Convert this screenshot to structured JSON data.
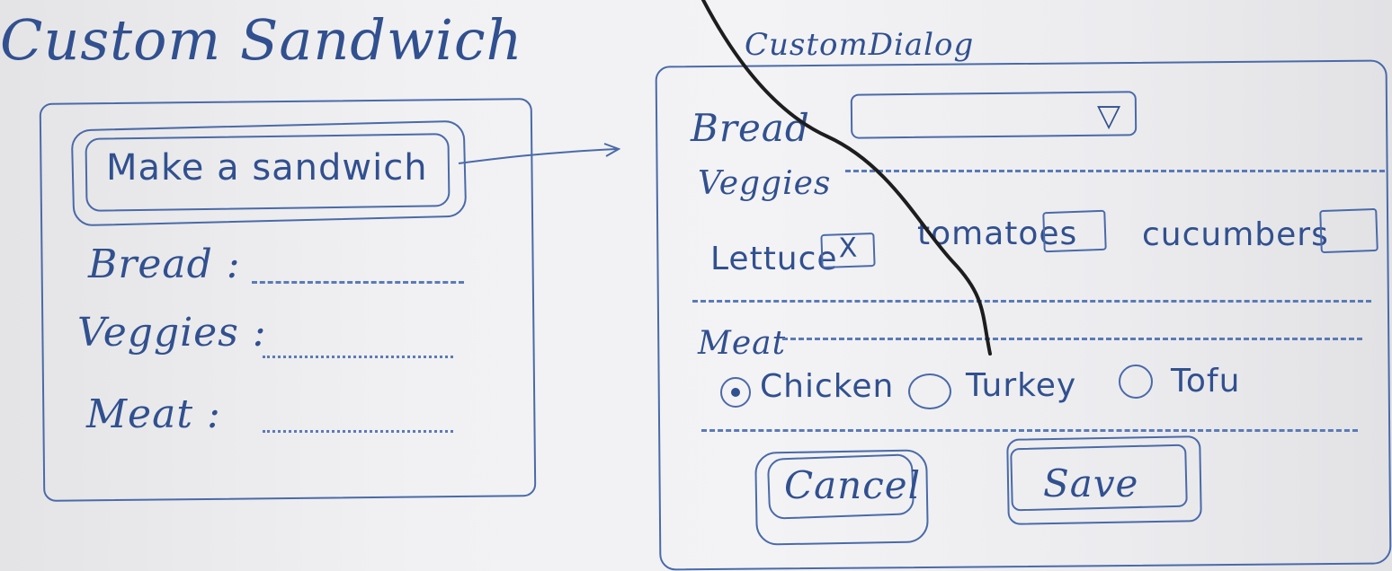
{
  "title": "Custom Sandwich",
  "left_panel": {
    "button_label": "Make a sandwich",
    "fields": [
      {
        "label": "Bread :"
      },
      {
        "label": "Veggies :"
      },
      {
        "label": "Meat :"
      }
    ]
  },
  "dialog": {
    "title": "CustomDialog",
    "bread_label": "Bread",
    "bread_select_value": "",
    "veggies_label": "Veggies",
    "veggies": [
      {
        "label": "Lettuce",
        "checked": true,
        "mark": "X"
      },
      {
        "label": "tomatoes",
        "checked": false,
        "mark": ""
      },
      {
        "label": "cucumbers",
        "checked": false,
        "mark": ""
      }
    ],
    "meat_label": "Meat",
    "meats": [
      {
        "label": "Chicken",
        "selected": true
      },
      {
        "label": "Turkey",
        "selected": false
      },
      {
        "label": "Tofu",
        "selected": false
      }
    ],
    "cancel_label": "Cancel",
    "save_label": "Save"
  },
  "colors": {
    "ink": "#31508f",
    "board": "#f1f1f3",
    "wire": "#1d1d1f"
  },
  "icons": {
    "select_arrow": "dropdown-triangle-icon",
    "arrow": "right-arrow-icon"
  }
}
